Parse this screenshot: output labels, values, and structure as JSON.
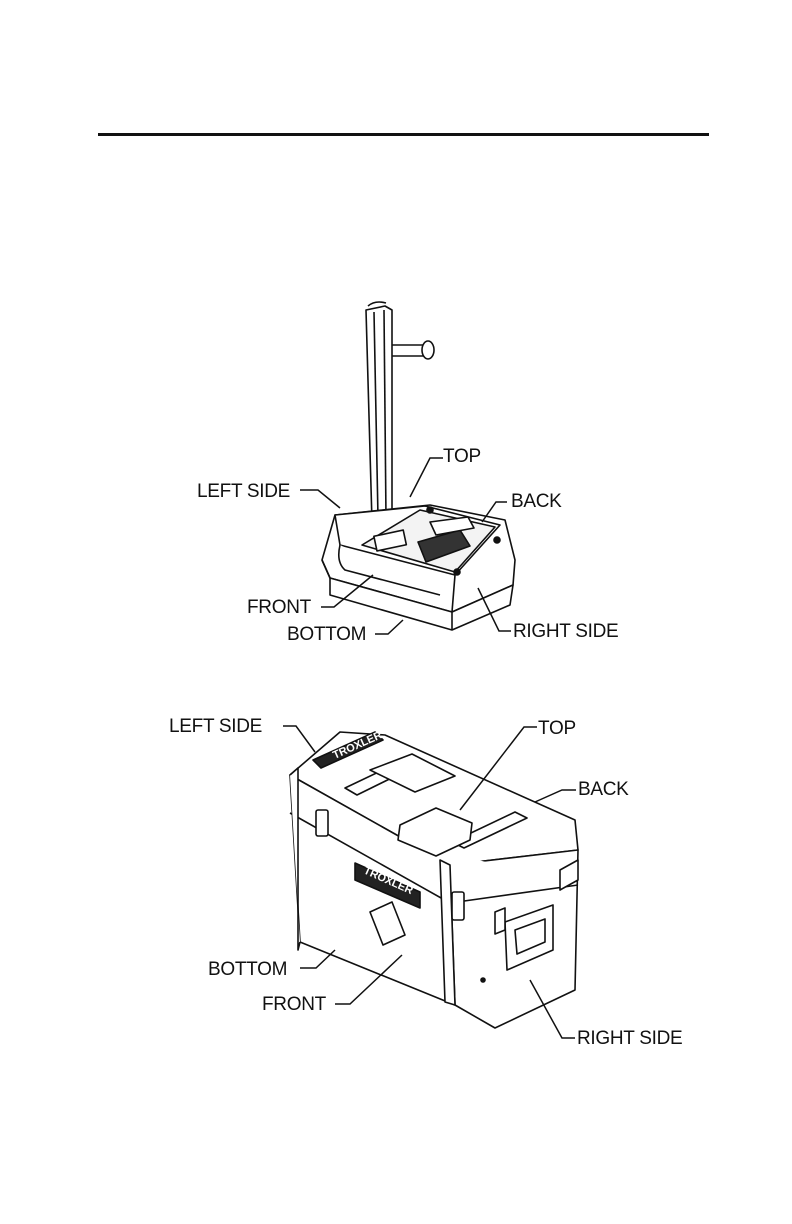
{
  "figure1": {
    "labels": {
      "left_side": "LEFT SIDE",
      "top": "TOP",
      "back": "BACK",
      "front": "FRONT",
      "bottom": "BOTTOM",
      "right_side": "RIGHT SIDE"
    }
  },
  "figure2": {
    "labels": {
      "left_side": "LEFT SIDE",
      "top": "TOP",
      "back": "BACK",
      "bottom": "BOTTOM",
      "front": "FRONT",
      "right_side": "RIGHT SIDE"
    },
    "brand_text": "TROXLER"
  }
}
